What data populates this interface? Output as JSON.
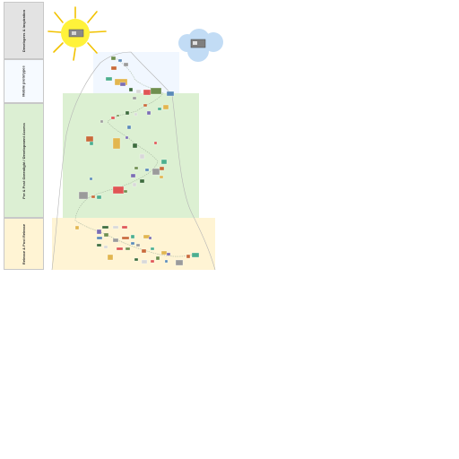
{
  "phases": [
    {
      "label": "Developers & Inspiration"
    },
    {
      "label": "Mobile prototypes"
    },
    {
      "label": "Pre & Post Greenlight / Development Access"
    },
    {
      "label": "Release & Post Release"
    }
  ],
  "icons": {
    "sun": "sun-icon",
    "cloud": "cloud-icon",
    "thumbnail": "image-thumbnail-icon"
  },
  "colors": {
    "sun": "#fff23a",
    "sun_rays": "#f2c200",
    "cloud": "#c2dcf5",
    "path": "#a9b9a3",
    "mountain_outline": "#b5b5b5",
    "discovery_band": "#e3e3e3",
    "mobile_band": "#f6faff",
    "preprod_band": "#dcefd3",
    "release_band": "#fff4d4"
  }
}
